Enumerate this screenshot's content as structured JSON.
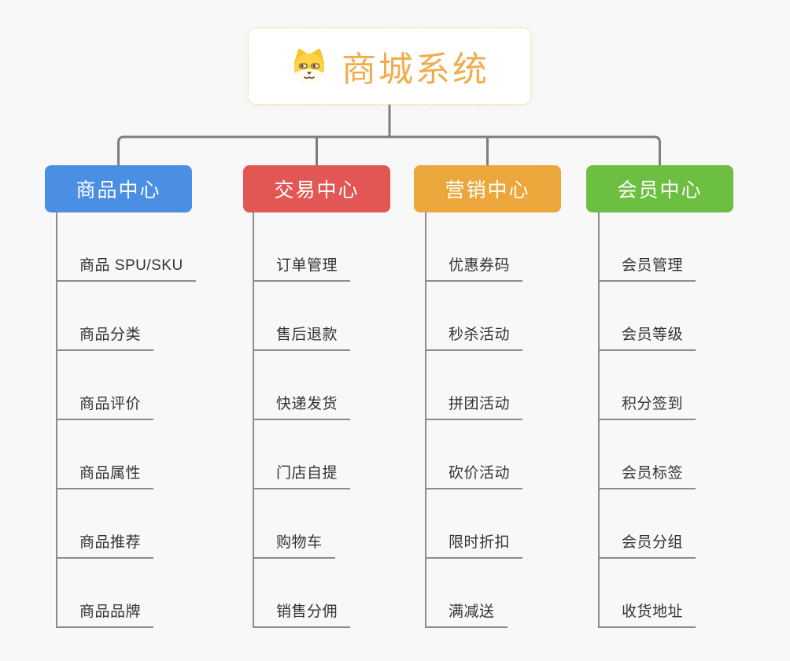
{
  "root": {
    "title": "商城系统",
    "icon": "shiba-dog-icon",
    "title_color": "#EFAE4E",
    "border_color": "#F2C878"
  },
  "columns": [
    {
      "label": "商品中心",
      "color": "#4A8FE4",
      "items": [
        "商品 SPU/SKU",
        "商品分类",
        "商品评价",
        "商品属性",
        "商品推荐",
        "商品品牌"
      ]
    },
    {
      "label": "交易中心",
      "color": "#E25653",
      "items": [
        "订单管理",
        "售后退款",
        "快递发货",
        "门店自提",
        "购物车",
        "销售分佣"
      ]
    },
    {
      "label": "营销中心",
      "color": "#EBA73C",
      "items": [
        "优惠券码",
        "秒杀活动",
        "拼团活动",
        "砍价活动",
        "限时折扣",
        "满减送"
      ]
    },
    {
      "label": "会员中心",
      "color": "#6CBF40",
      "items": [
        "会员管理",
        "会员等级",
        "积分签到",
        "会员标签",
        "会员分组",
        "收货地址"
      ]
    }
  ],
  "connector_color": "#7E7E7E",
  "underline_color": "#8C8C8C",
  "background_color": "#F8F8F8"
}
